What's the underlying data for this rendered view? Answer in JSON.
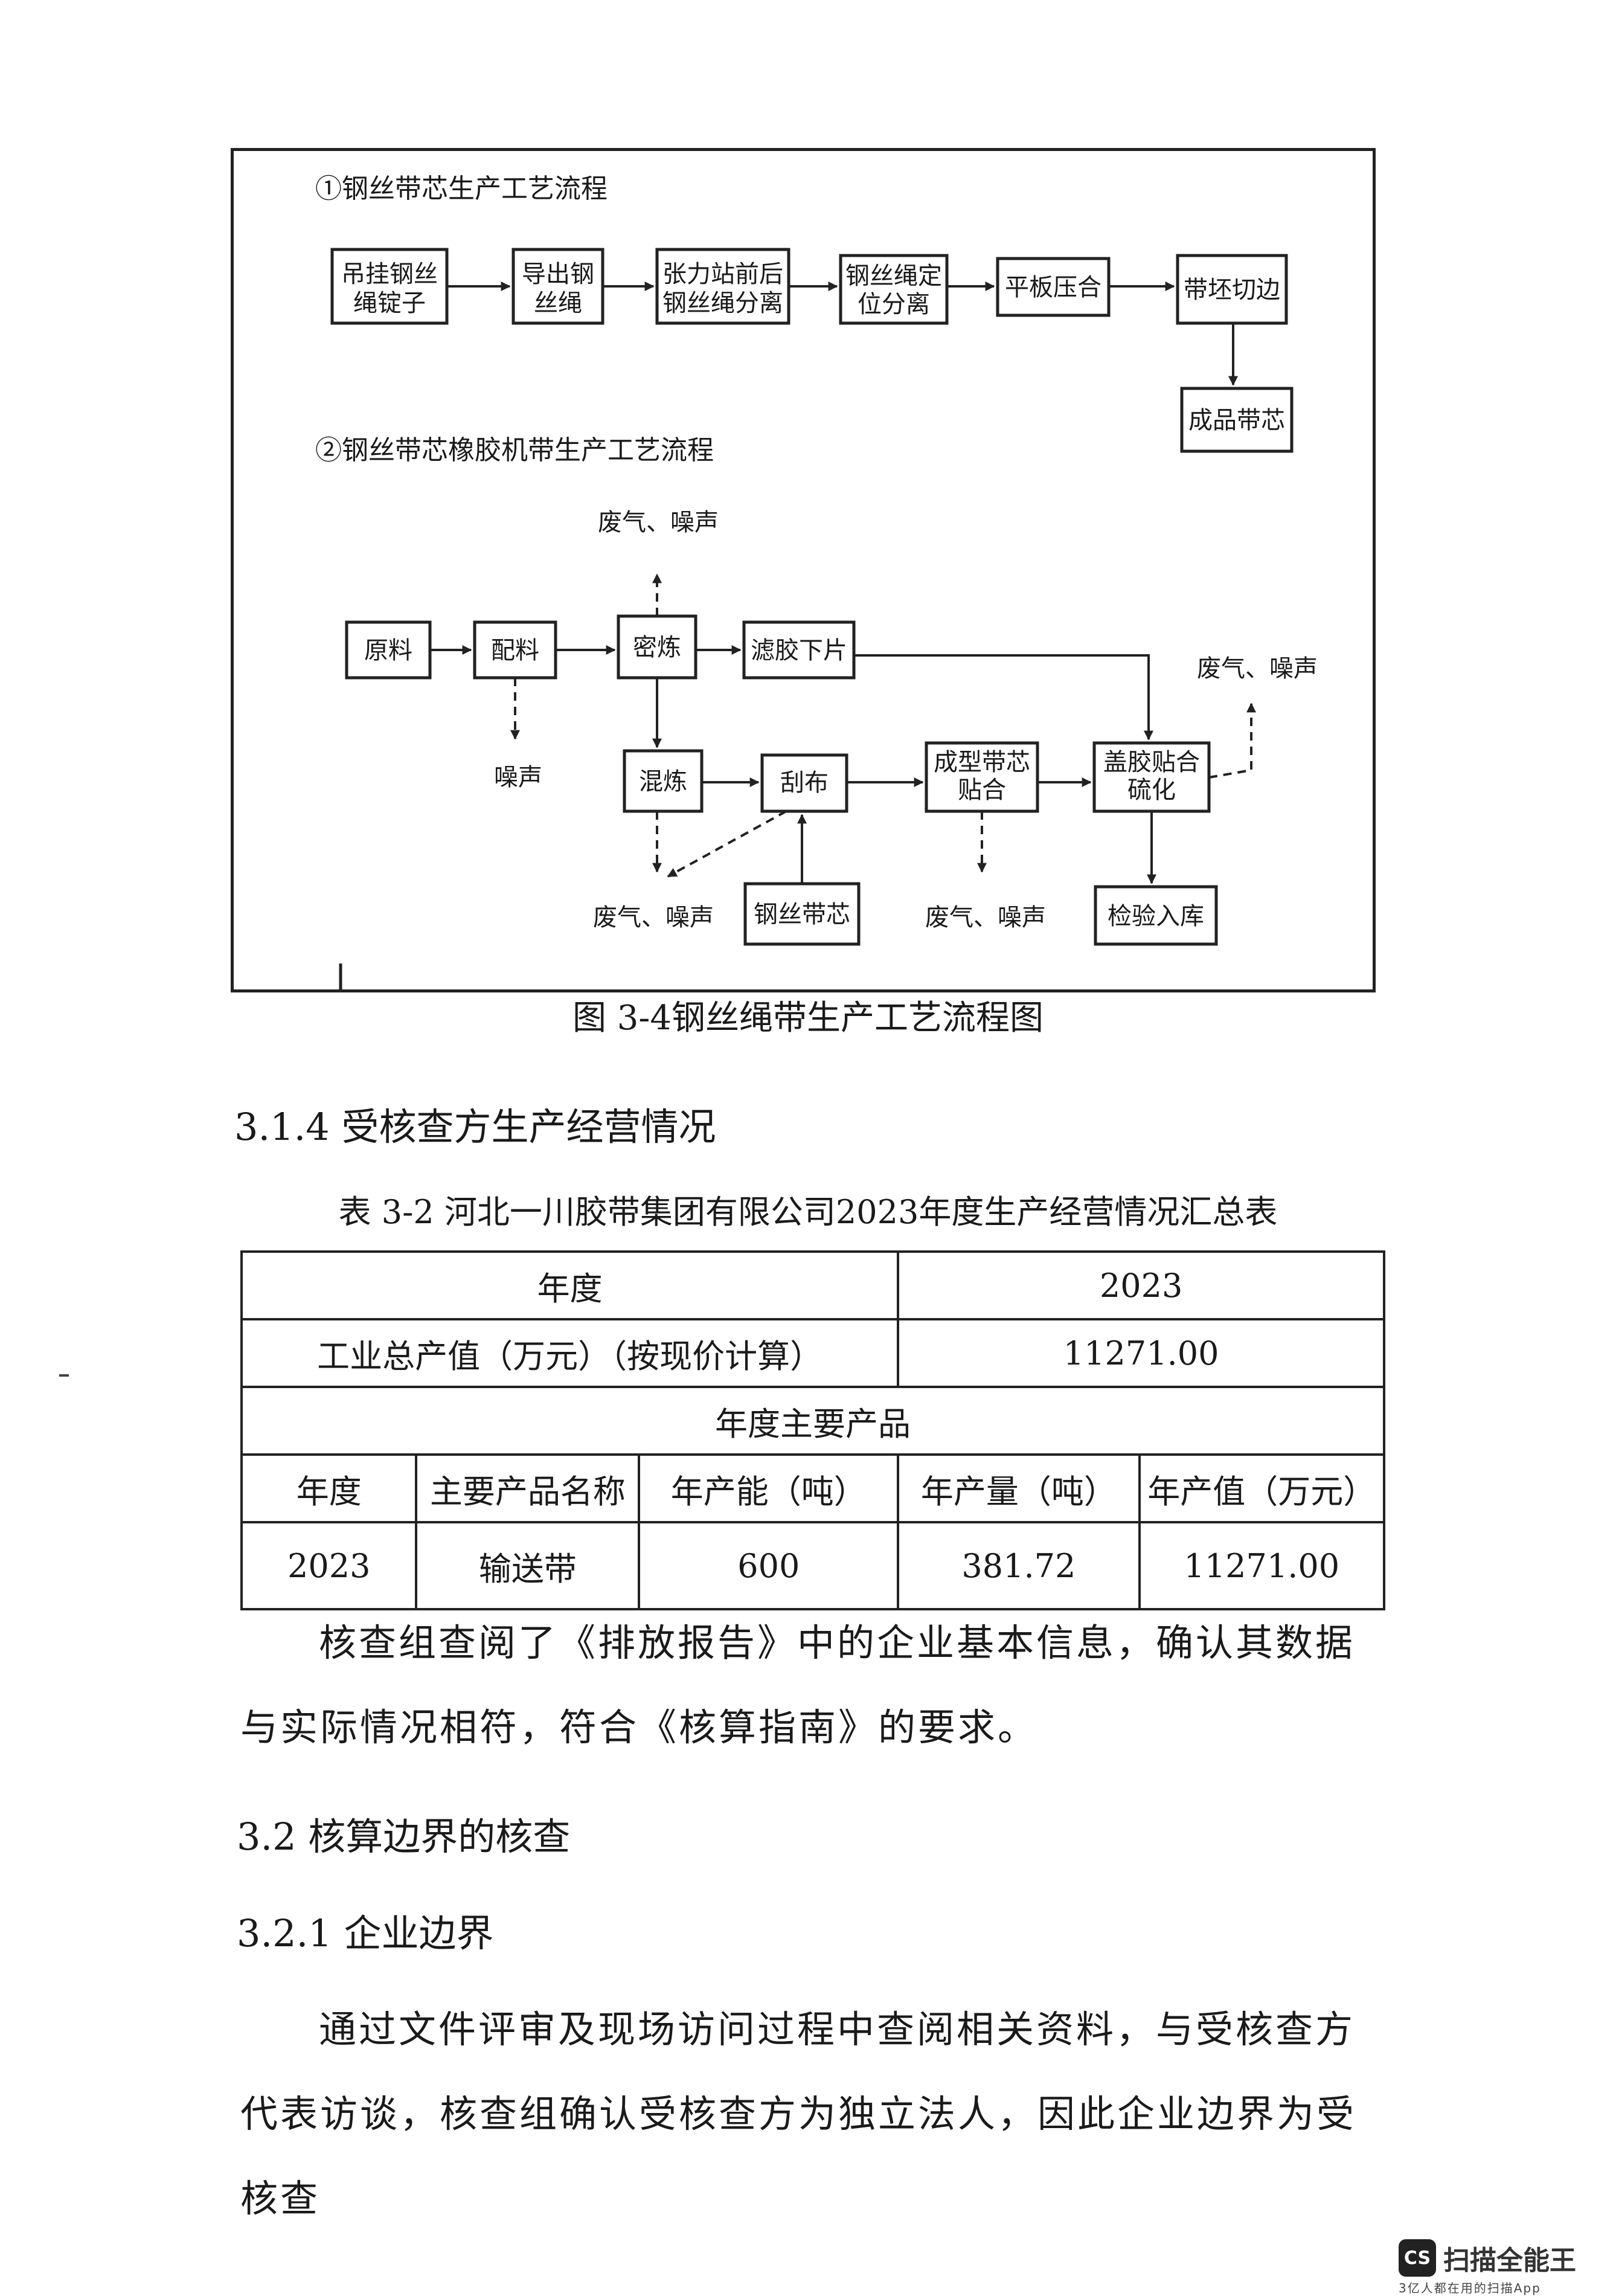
{
  "flowchart": {
    "section1_title": "①钢丝带芯生产工艺流程",
    "section2_title": "②钢丝带芯橡胶机带生产工艺流程",
    "p1": {
      "b1": [
        "吊挂钢丝",
        "绳锭子"
      ],
      "b2": [
        "导出钢",
        "丝绳"
      ],
      "b3": [
        "张力站前后",
        "钢丝绳分离"
      ],
      "b4": [
        "钢丝绳定",
        "位分离"
      ],
      "b5": "平板压合",
      "b6": "带坯切边",
      "b7": "成品带芯"
    },
    "p2": {
      "raw": "原料",
      "mix": "配料",
      "knead": "密炼",
      "sheet": "滤胶下片",
      "mill": "混炼",
      "spread": "刮布",
      "core": "钢丝带芯",
      "form": [
        "成型带芯",
        "贴合"
      ],
      "cure": [
        "盖胶贴合",
        "硫化"
      ],
      "store": "检验入库",
      "gas_noise": "废气、噪声",
      "noise": "噪声"
    }
  },
  "figure_caption": "图 3-4钢丝绳带生产工艺流程图",
  "sec_3_1_4": "3.1.4  受核查方生产经营情况",
  "table_caption": "表 3-2 河北一川胶带集团有限公司2023年度生产经营情况汇总表",
  "table": {
    "r1": [
      "年度",
      "2023"
    ],
    "r2": [
      "工业总产值（万元）（按现价计算）",
      "11271.00"
    ],
    "r3": "年度主要产品",
    "headers": [
      "年度",
      "主要产品名称",
      "年产能（吨）",
      "年产量（吨）",
      "年产值（万元）"
    ],
    "row": [
      "2023",
      "输送带",
      "600",
      "381.72",
      "11271.00"
    ]
  },
  "para1": "核查组查阅了《排放报告》中的企业基本信息，确认其数据与实际情况相符，符合《核算指南》的要求。",
  "sec_3_2": "3.2  核算边界的核查",
  "sec_3_2_1": "3.2.1  企业边界",
  "para2": "通过文件评审及现场访问过程中查阅相关资料，与受核查方代表访谈，核查组确认受核查方为独立法人，因此企业边界为受核查",
  "badge": {
    "logo": "CS",
    "name": "扫描全能王",
    "tagline": "3亿人都在用的扫描App"
  }
}
